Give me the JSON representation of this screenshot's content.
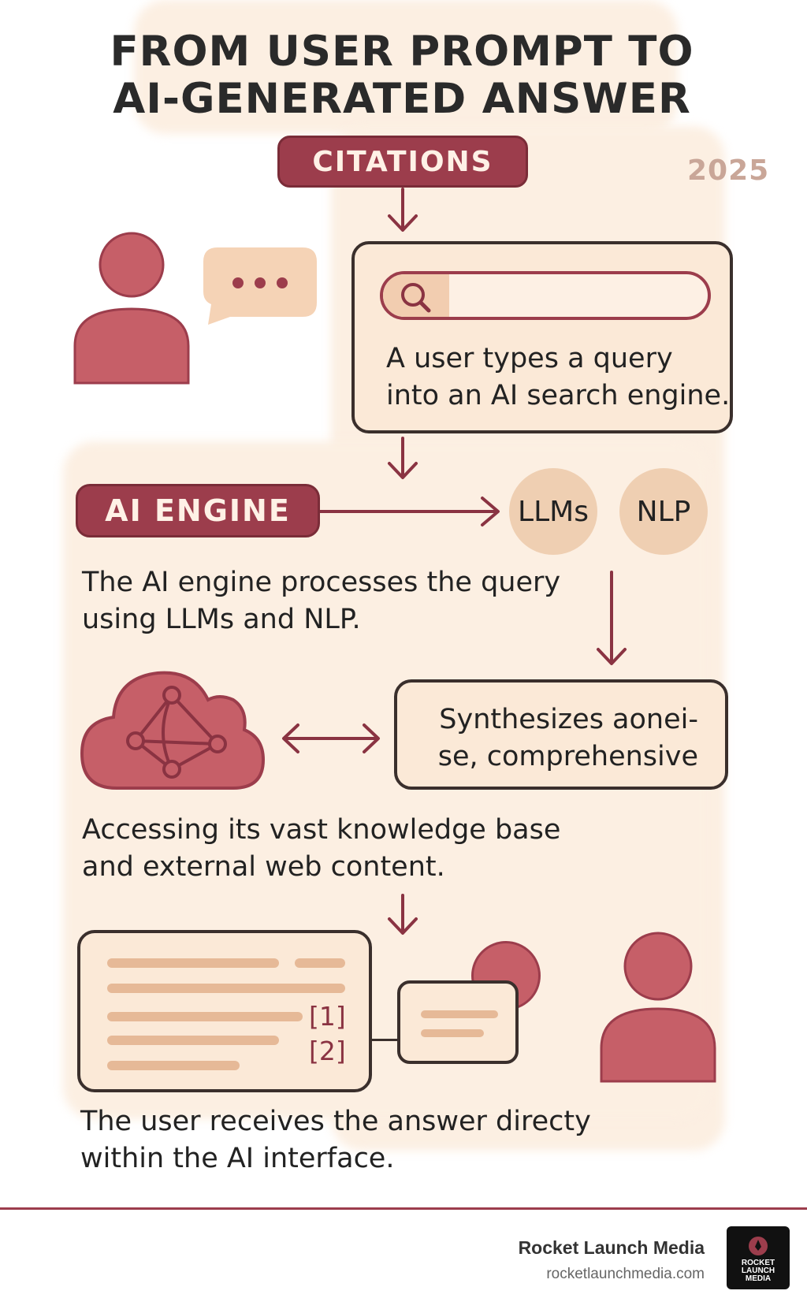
{
  "title": {
    "line1": "FROM USER PROMPT TO",
    "line2": "AI-GENERATED ANSWER"
  },
  "citations_label": "CITATIONS",
  "year": "2025",
  "step1": {
    "text_line1": "A user types a query",
    "text_line2": "into an AI search engine.",
    "icon": "search-icon"
  },
  "engine": {
    "label": "AI ENGINE",
    "tags": [
      "LLMs",
      "NLP"
    ],
    "text_line1": "The AI engine processes the query",
    "text_line2": "using LLMs and NLP."
  },
  "synth": {
    "line1": "Synthesizes aonei-",
    "line2": "se, comprehensive"
  },
  "knowledge": {
    "text_line1": "Accessing its vast knowledge base",
    "text_line2": "and external web content."
  },
  "answer": {
    "citations": [
      "[1]",
      "[2]"
    ],
    "text_line1": "The user receives the answer directy",
    "text_line2": "within the AI interface."
  },
  "footer": {
    "brand": "Rocket Launch Media",
    "url": "rocketlaunchmedia.com",
    "logo_lines": [
      "ROCKET",
      "LAUNCH",
      "MEDIA"
    ]
  },
  "colors": {
    "accent": "#9c3d4c",
    "figure": "#c65f68",
    "cream": "#fbe9d7",
    "tan": "#efcfb2",
    "arrow": "#8a3342"
  }
}
